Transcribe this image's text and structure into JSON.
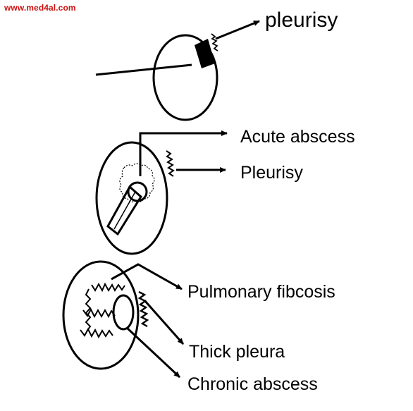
{
  "watermark": "www.med4al.com",
  "diagram": {
    "labels": {
      "pleurisy_top": "pleurisy",
      "acute_abscess": "Acute abscess",
      "pleurisy_mid": "Pleurisy",
      "pulmonary_fibrosis": "Pulmonary fibcosis",
      "thick_pleura": "Thick pleura",
      "chronic_abscess": "Chronic abscess"
    }
  }
}
